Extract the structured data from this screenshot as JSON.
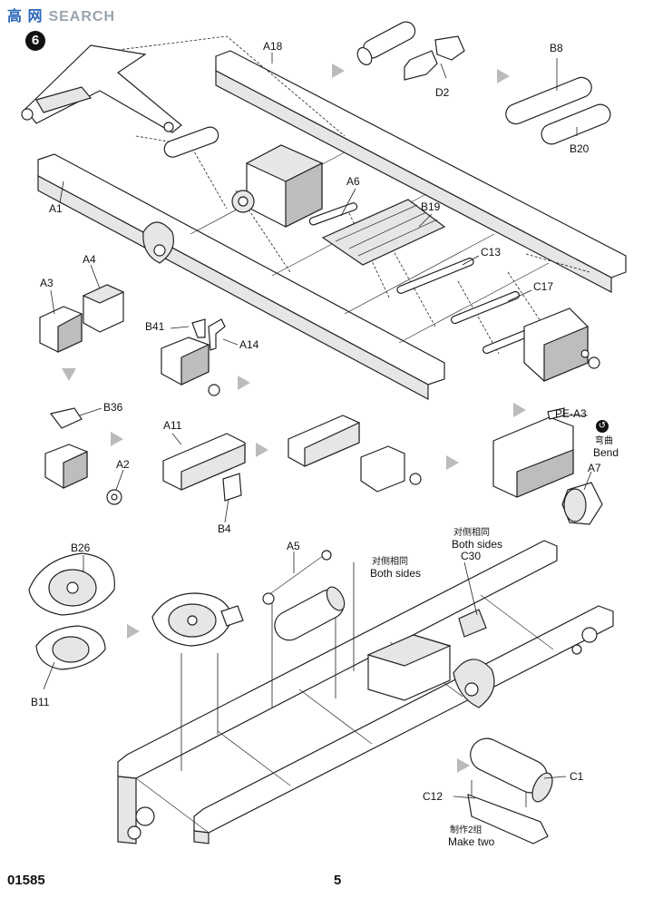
{
  "watermark": {
    "cn": "高 网",
    "en": "SEARCH"
  },
  "step_number": "6",
  "labels": {
    "A18": "A18",
    "D2": "D2",
    "B8": "B8",
    "B20": "B20",
    "A1": "A1",
    "A6": "A6",
    "B19": "B19",
    "C13": "C13",
    "A4": "A4",
    "A3": "A3",
    "C17": "C17",
    "B41": "B41",
    "A14": "A14",
    "B36": "B36",
    "A11": "A11",
    "PE_A3": "PE-A3",
    "A2": "A2",
    "B4": "B4",
    "A7": "A7",
    "A5": "A5",
    "B26": "B26",
    "C30": "C30",
    "B11": "B11",
    "C1": "C1",
    "C12": "C12"
  },
  "notes": {
    "bend_cn": "弯曲",
    "bend_en": "Bend",
    "both_sides_cn_1": "对侧相同",
    "both_sides_en_1": "Both sides",
    "both_sides_cn_2": "对侧相同",
    "both_sides_en_2": "Both sides",
    "make_two_cn": "制作2组",
    "make_two_en": "Make two"
  },
  "footer": {
    "code": "01585",
    "page": "5"
  }
}
